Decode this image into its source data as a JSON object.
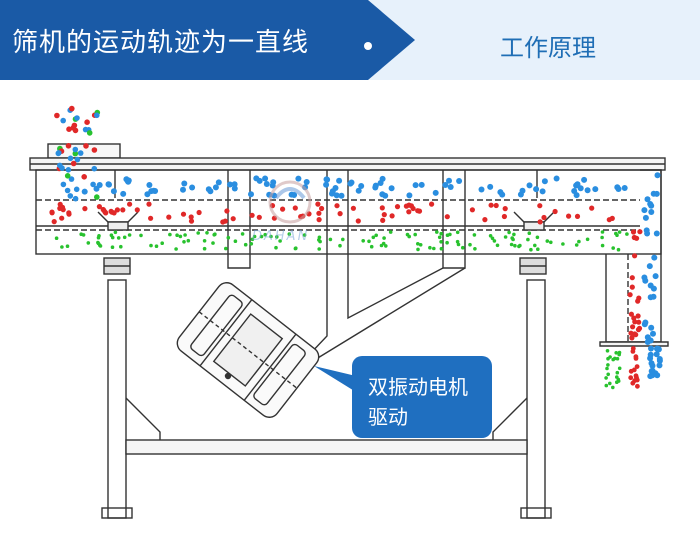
{
  "header": {
    "title": "筛机的运动轨迹为一直线",
    "section": "工作原理"
  },
  "diagram": {
    "watermark": "DAHAN",
    "callout_line1": "双振动电机",
    "callout_line2": "驱动"
  },
  "colors": {
    "banner": "#1a5aa6",
    "banner_light": "#e7f1fb",
    "callout": "#1f6fc0",
    "line": "#333333",
    "particle_blue": "#2a8ee0",
    "particle_red": "#e02828",
    "particle_green": "#28c22e"
  }
}
